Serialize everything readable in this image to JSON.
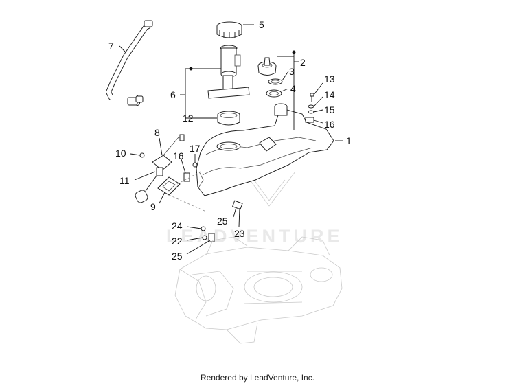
{
  "diagram": {
    "watermark": "LEADVENTURE",
    "footer": "Rendered by LeadVenture, Inc.",
    "callouts": {
      "c1": "1",
      "c2": "2",
      "c3": "3",
      "c4": "4",
      "c5": "5",
      "c6": "6",
      "c7": "7",
      "c8": "8",
      "c9": "9",
      "c10": "10",
      "c11": "11",
      "c12": "12",
      "c13": "13",
      "c14": "14",
      "c15": "15",
      "c16a": "16",
      "c16b": "16",
      "c17": "17",
      "c22": "22",
      "c23": "23",
      "c24": "24",
      "c25a": "25",
      "c25b": "25"
    }
  }
}
